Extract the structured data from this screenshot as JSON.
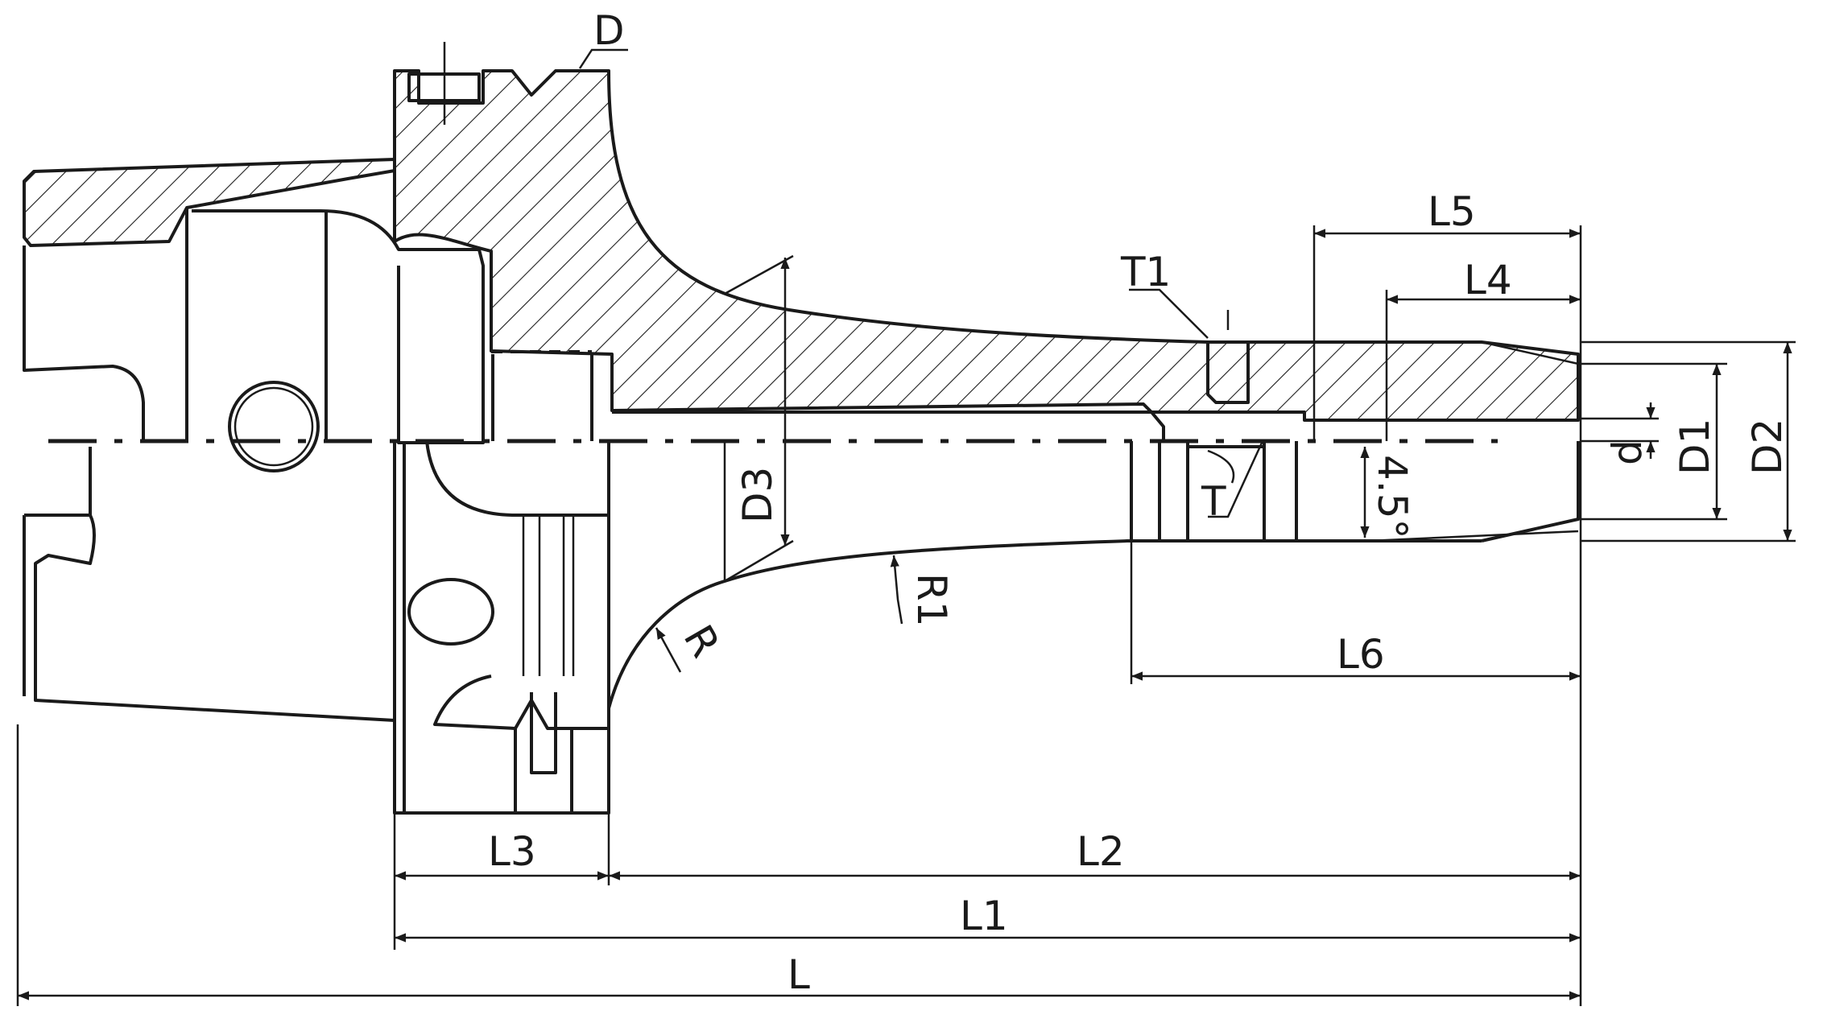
{
  "labels": {
    "D": "D",
    "T1": "T1",
    "L5": "L5",
    "L4": "L4",
    "d": "d",
    "D1": "D1",
    "D2": "D2",
    "D3": "D3",
    "T": "T",
    "taper": "4.5°",
    "R1": "R1",
    "R": "R",
    "L6": "L6",
    "L3": "L3",
    "L2": "L2",
    "L1": "L1",
    "L": "L"
  }
}
